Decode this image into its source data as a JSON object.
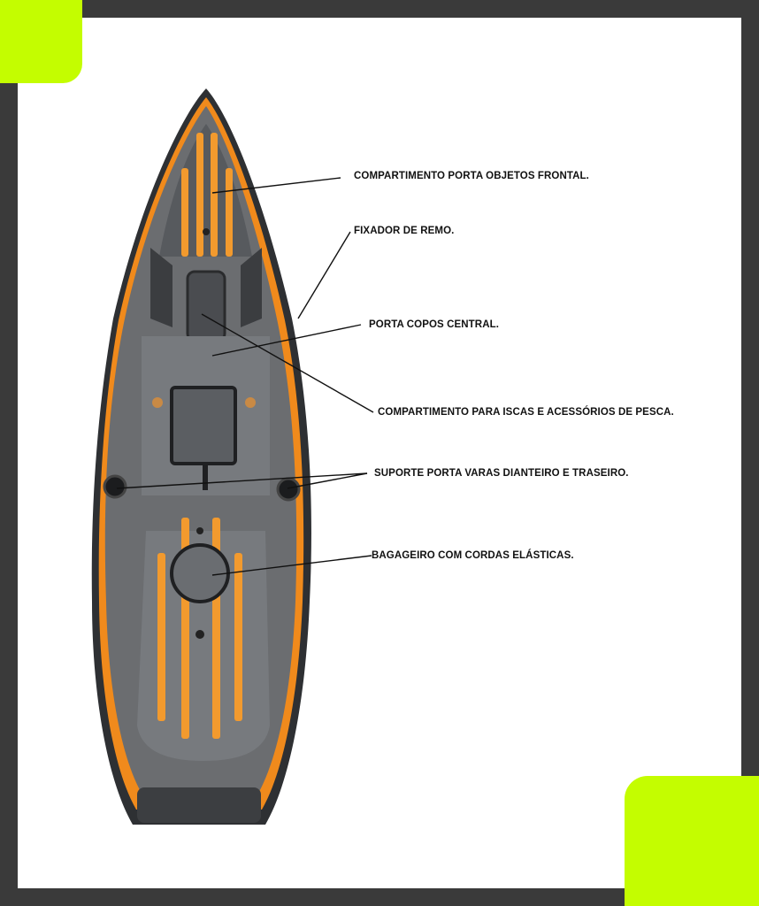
{
  "diagram": {
    "subject": "kayak-top-view",
    "colors": {
      "frame": "#3a3a3a",
      "accent": "#c4fd00",
      "hull": "#6b6d70",
      "stripe": "#f08a1c"
    },
    "labels": [
      "COMPARTIMENTO PORTA OBJETOS FRONTAL.",
      "FIXADOR DE REMO.",
      "PORTA COPOS CENTRAL.",
      "COMPARTIMENTO PARA ISCAS E ACESSÓRIOS DE PESCA.",
      "SUPORTE PORTA VARAS DIANTEIRO E  TRASEIRO.",
      "BAGAGEIRO COM CORDAS ELÁSTICAS."
    ]
  }
}
